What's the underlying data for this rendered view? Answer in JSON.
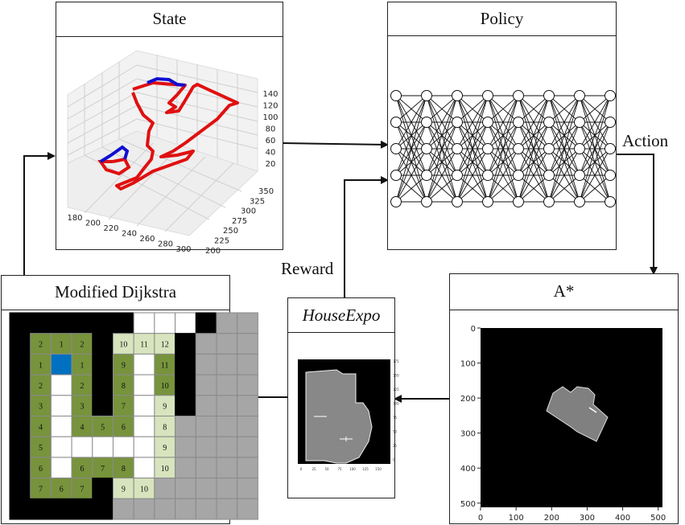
{
  "state": {
    "title": "State",
    "z_ticks": [
      "140",
      "120",
      "100",
      "80",
      "60",
      "40",
      "20"
    ],
    "x_ticks": [
      "180",
      "200",
      "220",
      "240",
      "260",
      "280",
      "300"
    ],
    "y_ticks": [
      "350",
      "325",
      "300",
      "275",
      "250",
      "225",
      "200"
    ]
  },
  "policy": {
    "title": "Policy",
    "layers": 8,
    "nodes_per_layer": 5
  },
  "astar": {
    "title": "A*",
    "y_ticks": [
      "0",
      "100",
      "200",
      "300",
      "400",
      "500"
    ],
    "x_ticks": [
      "0",
      "100",
      "200",
      "300",
      "400",
      "500"
    ]
  },
  "dijkstra": {
    "title": "Modified Dijkstra",
    "grid": [
      [
        "B",
        "B",
        "B",
        "B",
        "B",
        "B",
        "W",
        "W",
        "W",
        "B",
        "G",
        "G"
      ],
      [
        "B",
        "D:2",
        "D:1",
        "D:2",
        "B",
        "L:10",
        "L:11",
        "L:12",
        "B",
        "G",
        "G",
        "G"
      ],
      [
        "B",
        "D:1",
        "BLUE",
        "D:1",
        "B",
        "D:9",
        "W",
        "D:11",
        "B",
        "G",
        "G",
        "G"
      ],
      [
        "B",
        "D:2",
        "W",
        "D:2",
        "B",
        "D:8",
        "W",
        "D:10",
        "B",
        "G",
        "G",
        "G"
      ],
      [
        "B",
        "D:3",
        "W",
        "D:3",
        "B",
        "D:7",
        "W",
        "L:9",
        "B",
        "G",
        "G",
        "G"
      ],
      [
        "B",
        "D:4",
        "W",
        "D:4",
        "D:5",
        "D:6",
        "W",
        "L:8",
        "G",
        "G",
        "G",
        "G"
      ],
      [
        "B",
        "D:5",
        "W",
        "W",
        "W",
        "W",
        "W",
        "L:9",
        "G",
        "G",
        "G",
        "G"
      ],
      [
        "B",
        "D:6",
        "W",
        "D:6",
        "D:7",
        "D:8",
        "W",
        "L:10",
        "G",
        "G",
        "G",
        "G"
      ],
      [
        "B",
        "D:7",
        "D:6",
        "D:7",
        "B",
        "L:9",
        "L:10",
        "G",
        "G",
        "G",
        "G",
        "G"
      ],
      [
        "B",
        "B",
        "B",
        "B",
        "B",
        "G",
        "G",
        "G",
        "G",
        "G",
        "G",
        "G"
      ]
    ]
  },
  "houseexpo": {
    "title": "HouseExpo",
    "y_ticks": [
      "175",
      "150",
      "125",
      "100",
      "75",
      "50",
      "25",
      "0"
    ],
    "x_ticks": [
      "0",
      "25",
      "50",
      "75",
      "100",
      "125",
      "150"
    ]
  },
  "labels": {
    "action": "Action",
    "reward": "Reward"
  },
  "colors": {
    "path_red": "#e01010",
    "path_blue": "#1010d0",
    "cell_dark": "#77933c",
    "cell_light": "#d7e4bd",
    "cell_blue": "#0070c0",
    "cell_gray": "#a6a6a6"
  }
}
